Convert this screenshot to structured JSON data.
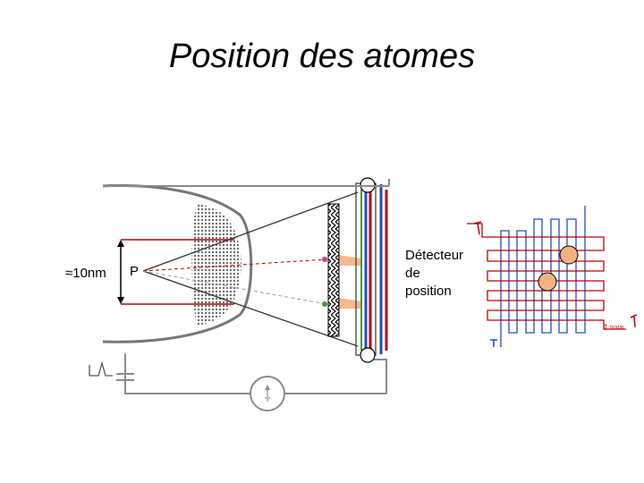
{
  "title": "Position des atomes",
  "labels": {
    "tip_size": "≈10nm",
    "tip_point": "P",
    "detector_line1": "Détecteur",
    "detector_line2": "de",
    "detector_line3": "position",
    "t_down": "t",
    "t_down_sub": "DOWN"
  },
  "colors": {
    "red": "#c00000",
    "blue": "#1f4fbf",
    "green": "#3c9a3c",
    "orange_atom": "#f4b183",
    "gray_tip": "#7a7a7a",
    "circuit": "#8a8a8a"
  }
}
